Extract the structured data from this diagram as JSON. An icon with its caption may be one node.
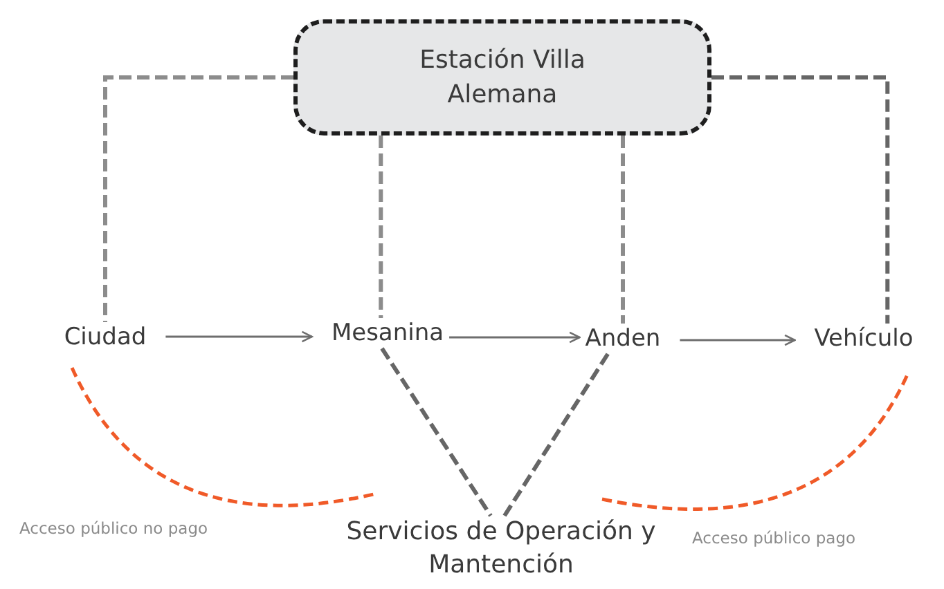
{
  "diagram": {
    "nodes": [
      {
        "text": [
          "Estación Villa Alemana"
        ]
      },
      {
        "text": [
          "Ciudad"
        ]
      },
      {
        "text": [
          "Mesanina"
        ]
      },
      {
        "text": [
          "Anden"
        ]
      },
      {
        "text": [
          "Vehículo"
        ]
      },
      {
        "text": [
          "Servicios de Operación y Mantención"
        ]
      }
    ],
    "edges": [
      {
        "from": 0,
        "to": 1,
        "arrow": "none",
        "style": "dashed"
      },
      {
        "from": 0,
        "to": 2,
        "arrow": "none",
        "style": "dashed"
      },
      {
        "from": 0,
        "to": 3,
        "arrow": "none",
        "style": "dashed"
      },
      {
        "from": 0,
        "to": 4,
        "arrow": "none",
        "style": "dashed",
        "color": "#666666"
      },
      {
        "from": 1,
        "to": 2,
        "arrow": "to",
        "color": "#6e6e6e"
      },
      {
        "from": 2,
        "to": 3,
        "arrow": "to",
        "color": "#6e6e6e"
      },
      {
        "from": 3,
        "to": 4,
        "arrow": "to",
        "color": "#6e6e6e"
      },
      {
        "from": 2,
        "to": 5,
        "arrow": "none",
        "style": "dashed",
        "color": "#666666"
      },
      {
        "from": 3,
        "to": 5,
        "arrow": "none",
        "style": "dashed",
        "color": "#666666"
      }
    ],
    "labels": [
      "Acceso público no pago",
      "Acceso público pago"
    ]
  }
}
